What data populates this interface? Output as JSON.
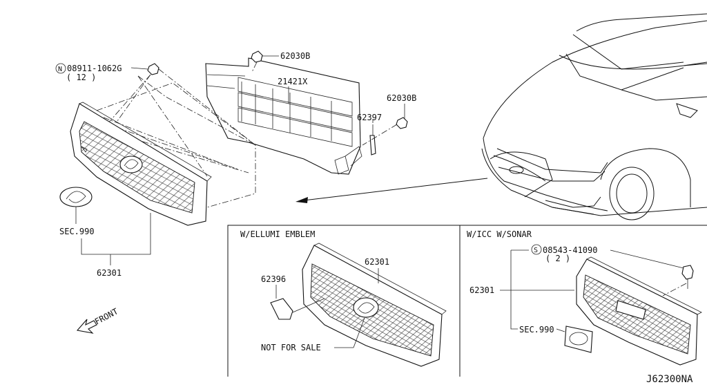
{
  "diagram_id": "J62300NA",
  "main": {
    "labels": {
      "bolt_part": "08911-1062G",
      "bolt_qty": "( 12 )",
      "clip_top": "62030B",
      "shutter": "21421X",
      "clip_right": "62030B",
      "bracket": "62397",
      "sec": "SEC.990",
      "grille": "62301",
      "front": "FRONT"
    }
  },
  "inset_ellumi": {
    "title": "W/ELLUMI EMBLEM",
    "grille": "62301",
    "emblem_part": "62396",
    "note": "NOT FOR SALE"
  },
  "inset_icc": {
    "title": "W/ICC W/SONAR",
    "screw_part": "08543-41090",
    "screw_qty": "( 2 )",
    "grille": "62301",
    "sec": "SEC.990"
  },
  "symbols": {
    "nut_prefix": "N",
    "screw_prefix": "S"
  }
}
